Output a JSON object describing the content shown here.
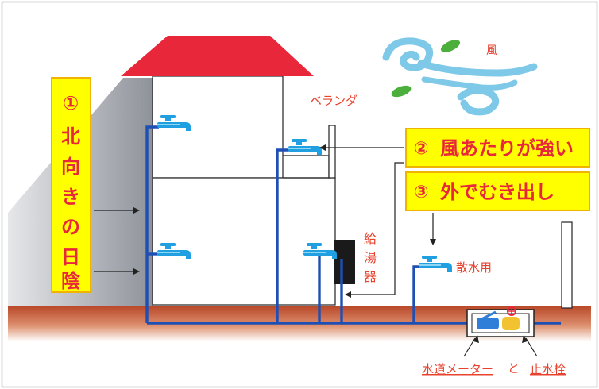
{
  "callouts": {
    "north": {
      "number": "①",
      "chars": [
        "北",
        "向",
        "き",
        "の",
        "日",
        "陰"
      ]
    },
    "wind": {
      "number": "②",
      "text": "風あたりが強い"
    },
    "exposed": {
      "number": "③",
      "text": "外でむき出し"
    }
  },
  "labels": {
    "wind": "風",
    "veranda": "ベランダ",
    "water_heater": [
      "給",
      "湯",
      "器"
    ],
    "sprinkler": "散水用",
    "water_meter": "水道メーター",
    "and": "と",
    "stopcock": "止水栓"
  },
  "colors": {
    "roof": "#e8283a",
    "callout_fill": "#ffff00",
    "callout_border": "#f0b400",
    "pipe": "#1e4fb4",
    "faucet": "#20a0e0",
    "label_red": "#e8432f",
    "ground": "#b94a2a",
    "shadow": "#9a9ea6",
    "heater": "#1a1a1a",
    "leaf": "#4caf3c",
    "wind": "#7ec8e8"
  }
}
